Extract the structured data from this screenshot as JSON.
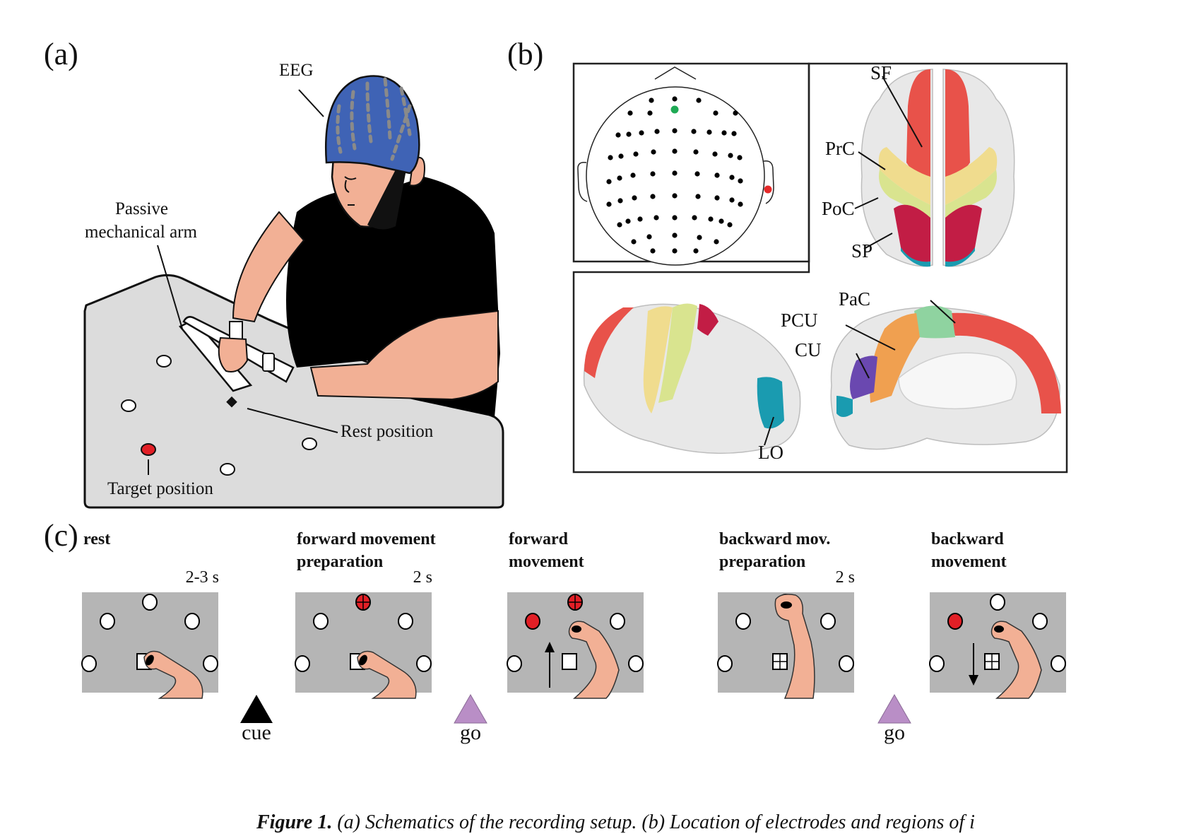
{
  "panels": {
    "a": {
      "label": "(a)",
      "callouts": {
        "eeg": "EEG",
        "arm_line1": "Passive",
        "arm_line2": "mechanical arm",
        "rest": "Rest position",
        "target": "Target position"
      },
      "colors": {
        "cap": "#3f63b5",
        "skin": "#f2b095",
        "shirt": "#000000",
        "table": "#dcdcdc",
        "target": "#e21f26"
      }
    },
    "b": {
      "label": "(b)",
      "electrode_colors": {
        "normal": "#000000",
        "highlight_front": "#1faa55",
        "reference_ear": "#e52a2a"
      },
      "regions": [
        {
          "abbr": "SF",
          "color": "#e8524a"
        },
        {
          "abbr": "PrC",
          "color": "#f0dc8e"
        },
        {
          "abbr": "PoC",
          "color": "#d9e48f"
        },
        {
          "abbr": "SP",
          "color": "#c21d45"
        },
        {
          "abbr": "PaC",
          "color": "#8fd3a0"
        },
        {
          "abbr": "PCU",
          "color": "#f0a050"
        },
        {
          "abbr": "CU",
          "color": "#6a48b0"
        },
        {
          "abbr": "LO",
          "color": "#1a9bb0"
        }
      ]
    },
    "c": {
      "label": "(c)",
      "phases": [
        {
          "title_line1": "rest",
          "title_line2": "",
          "duration": "2-3 s"
        },
        {
          "title_line1": "forward movement",
          "title_line2": "preparation",
          "duration": "2 s"
        },
        {
          "title_line1": "forward",
          "title_line2": "movement",
          "duration": ""
        },
        {
          "title_line1": "backward mov.",
          "title_line2": "preparation",
          "duration": "2 s"
        },
        {
          "title_line1": "backward",
          "title_line2": "movement",
          "duration": ""
        }
      ],
      "triggers": [
        {
          "label": "cue",
          "color": "#000000"
        },
        {
          "label": "go",
          "color": "#b98ec6"
        },
        {
          "label": "go",
          "color": "#b98ec6"
        }
      ]
    }
  },
  "caption": {
    "prefix": "Figure 1.",
    "text": " (a) Schematics of the recording setup. (b) Location of electrodes and regions of i"
  }
}
